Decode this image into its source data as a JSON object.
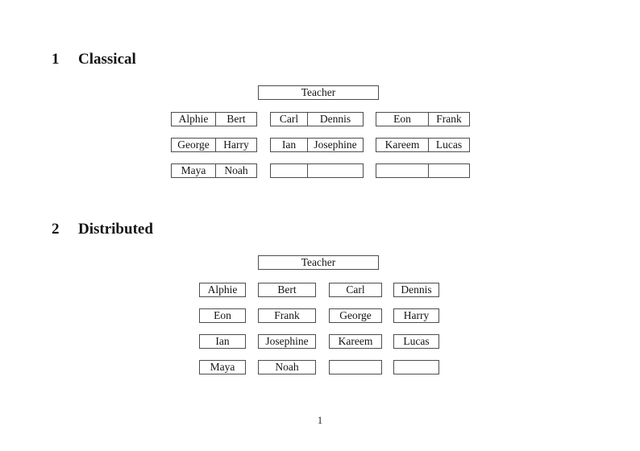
{
  "page": {
    "page_number": "1"
  },
  "sections": [
    {
      "number": "1",
      "title": "Classical",
      "teacher_label": "Teacher",
      "desks": [
        {
          "cells": [
            "Alphie",
            "Bert"
          ]
        },
        {
          "cells": [
            "Carl",
            "Dennis"
          ]
        },
        {
          "cells": [
            "Eon",
            "Frank"
          ]
        },
        {
          "cells": [
            "George",
            "Harry"
          ]
        },
        {
          "cells": [
            "Ian",
            "Josephine"
          ]
        },
        {
          "cells": [
            "Kareem",
            "Lucas"
          ]
        },
        {
          "cells": [
            "Maya",
            "Noah"
          ]
        },
        {
          "cells": [
            "",
            ""
          ]
        },
        {
          "cells": [
            "",
            ""
          ]
        }
      ]
    },
    {
      "number": "2",
      "title": "Distributed",
      "teacher_label": "Teacher",
      "desks": [
        "Alphie",
        "Bert",
        "Carl",
        "Dennis",
        "Eon",
        "Frank",
        "George",
        "Harry",
        "Ian",
        "Josephine",
        "Kareem",
        "Lucas",
        "Maya",
        "Noah",
        "",
        ""
      ]
    }
  ]
}
